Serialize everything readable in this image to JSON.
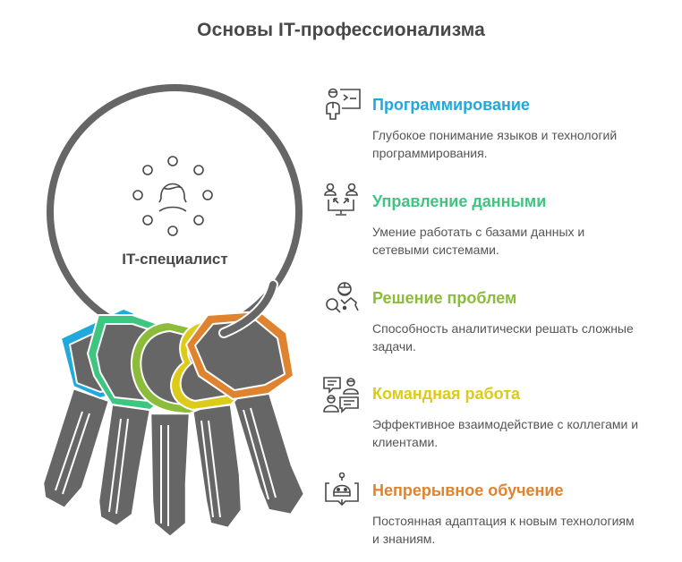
{
  "title": "Основы IT-профессионализма",
  "center": {
    "label": "IT-специалист",
    "icon": "person-network-icon"
  },
  "colors": {
    "ring": "#666666",
    "key_body": "#666666",
    "blue": "#1fa9dc",
    "green": "#3ec57f",
    "lime": "#8cbc3a",
    "yellow": "#dccb1a",
    "orange": "#e0832f",
    "text_dark": "#484848",
    "text_body": "#555555"
  },
  "items": [
    {
      "heading": "Программирование",
      "description": "Глубокое понимание языков и технологий программирования.",
      "icon": "programmer-terminal-icon",
      "color": "#1fa9dc"
    },
    {
      "heading": "Управление данными",
      "description": "Умение работать с базами данных и сетевыми системами.",
      "icon": "network-users-monitor-icon",
      "color": "#3ec57f"
    },
    {
      "heading": "Решение проблем",
      "description": "Способность аналитически решать сложные задачи.",
      "icon": "analyst-magnifier-icon",
      "color": "#8cbc3a"
    },
    {
      "heading": "Командная работа",
      "description": "Эффективное взаимодействие с коллегами и клиентами.",
      "icon": "team-chat-icon",
      "color": "#dccb1a"
    },
    {
      "heading": "Непрерывное обучение",
      "description": "Постоянная адаптация к новым технологиям и знаниям.",
      "icon": "robot-book-icon",
      "color": "#e0832f"
    }
  ]
}
